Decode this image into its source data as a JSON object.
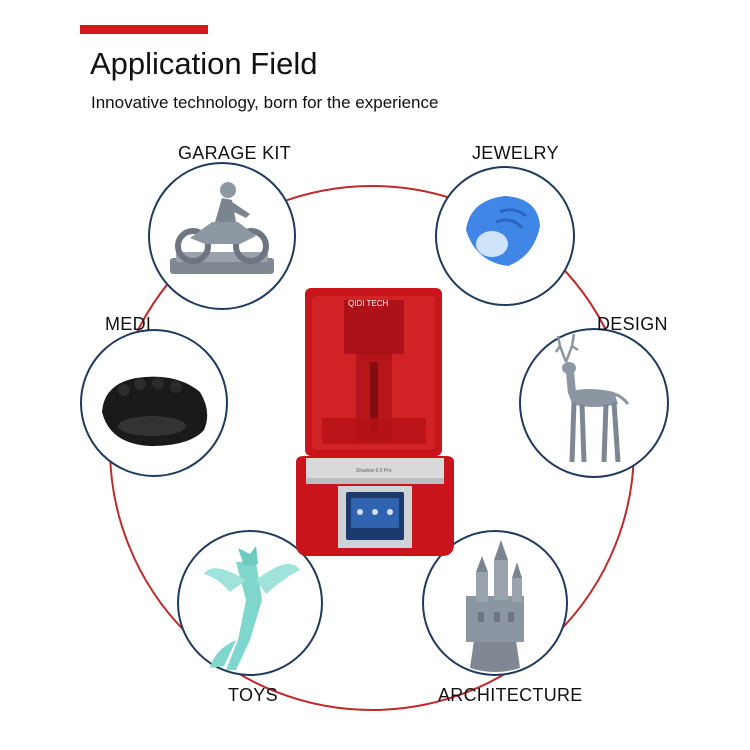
{
  "header": {
    "title": "Application Field",
    "subtitle": "Innovative technology, born for the experience"
  },
  "fields": [
    {
      "id": "garage-kit",
      "label": "GARAGE KIT"
    },
    {
      "id": "jewelry",
      "label": "JEWELRY"
    },
    {
      "id": "medi",
      "label": "MEDI"
    },
    {
      "id": "design",
      "label": "DESIGN"
    },
    {
      "id": "toys",
      "label": "TOYS"
    },
    {
      "id": "architecture",
      "label": "ARCHITECTURE"
    }
  ],
  "printer": {
    "brand": "QIDI TECH",
    "model": "Shadow 6.0 Pro"
  },
  "colors": {
    "accent": "#d8161b",
    "ring": "#c0282a",
    "circle_border": "#1f3a5f",
    "printer_red": "#c8141a",
    "jewelry_blue": "#3f86e6",
    "toy_teal": "#7fd6cc",
    "grey_resin": "#8c96a3",
    "black_resin": "#1a1a1a"
  }
}
